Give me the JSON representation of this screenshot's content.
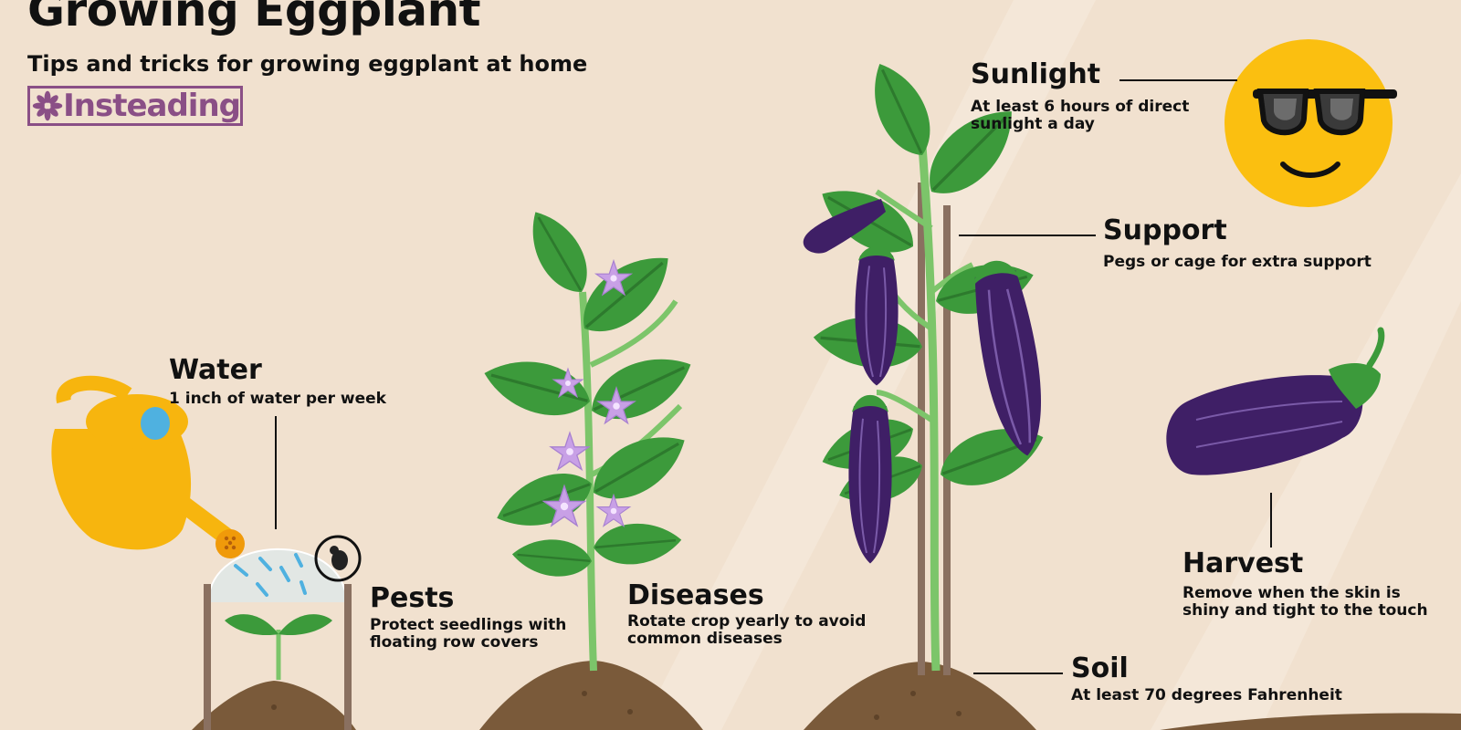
{
  "header": {
    "title": "Growing Eggplant",
    "subtitle": "Tips and tricks for growing eggplant at home",
    "brand": "Insteading"
  },
  "callouts": {
    "sunlight": {
      "label": "Sunlight",
      "desc": "At least 6 hours of direct sunlight a day"
    },
    "support": {
      "label": "Support",
      "desc": "Pegs or cage for extra support"
    },
    "water": {
      "label": "Water",
      "desc": "1 inch of water per week"
    },
    "pests": {
      "label": "Pests",
      "desc": "Protect seedlings with floating row covers"
    },
    "diseases": {
      "label": "Diseases",
      "desc": "Rotate crop yearly to avoid common diseases"
    },
    "harvest": {
      "label": "Harvest",
      "desc": "Remove when the skin is shiny and tight to the touch"
    },
    "soil": {
      "label": "Soil",
      "desc": "At least 70 degrees Fahrenheit"
    }
  },
  "colors": {
    "background": "#f1e1cf",
    "leaf": "#3c9a3b",
    "stem": "#7cc56a",
    "eggplant": "#3f1f66",
    "flower": "#c8a0e6",
    "soil": "#7a5a3a",
    "sun": "#fbbf10",
    "can": "#f7b50e",
    "brand": "#8a4f86"
  }
}
